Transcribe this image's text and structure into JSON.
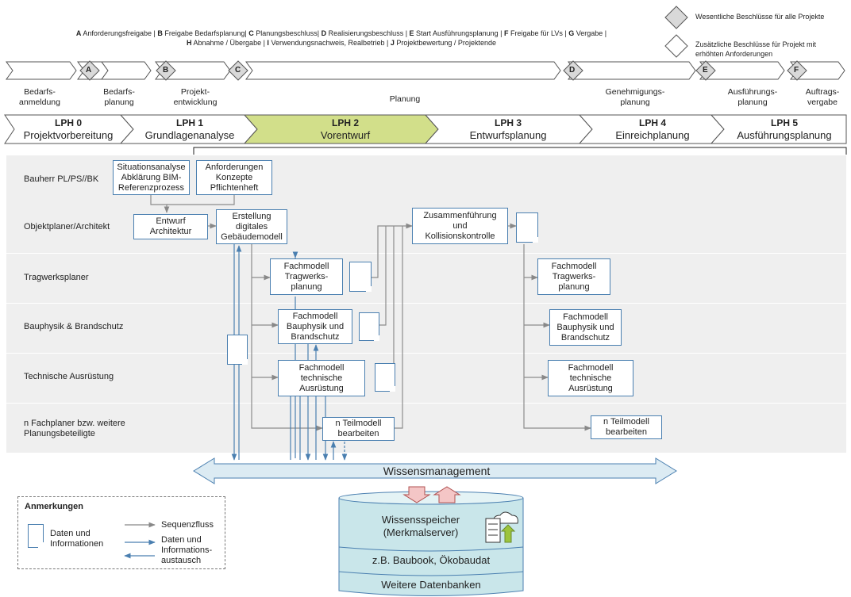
{
  "legend": {
    "line1_parts": [
      "A",
      " Anforderungsfreigabe | ",
      "B",
      " Freigabe Bedarfsplanung| ",
      "C",
      " Planungsbeschluss| ",
      "D",
      " Realisierungsbeschluss | ",
      "E",
      " Start Ausführungsplanung | ",
      "F",
      " Freigabe für LVs | ",
      "G",
      " Vergabe |"
    ],
    "line2_parts": [
      "H",
      " Abnahme / Übergabe | ",
      "I",
      " Verwendungsnachweis, Realbetrieb | ",
      "J",
      " Projektbewertung / Projektende"
    ],
    "major": "Wesentliche Beschlüsse für alle Projekte",
    "minor": "Zusätzliche Beschlüsse für Projekt mit erhöhten Anforderungen"
  },
  "milestones": [
    "A",
    "B",
    "C",
    "D",
    "E",
    "F"
  ],
  "phases": [
    {
      "label": "Bedarfs-\nanmeldung"
    },
    {
      "label": "Bedarfs-\nplanung"
    },
    {
      "label": "Projekt-\nentwicklung"
    },
    {
      "label": "Planung"
    },
    {
      "label": "Genehmigungs-\nplanung"
    },
    {
      "label": "Ausführungs-\nplanung"
    },
    {
      "label": "Auftrags-\nvergabe"
    }
  ],
  "lph": [
    {
      "num": "LPH 0",
      "name": "Projektvorbereitung"
    },
    {
      "num": "LPH 1",
      "name": "Grundlagenanalyse"
    },
    {
      "num": "LPH 2",
      "name": "Vorentwurf"
    },
    {
      "num": "LPH 3",
      "name": "Entwurfsplanung"
    },
    {
      "num": "LPH 4",
      "name": "Einreichplanung"
    },
    {
      "num": "LPH 5",
      "name": "Ausführungsplanung"
    }
  ],
  "colors": {
    "lph_active": "#d2df8a",
    "lane": "#efefef",
    "box_border": "#4a7fb0",
    "db_fill": "#c9e6ea",
    "banner_fill": "#dcebf3"
  },
  "lanes": [
    "Bauherr PL/PS//BK",
    "Objektplaner/Architekt",
    "Tragwerksplaner",
    "Bauphysik & Brandschutz",
    "Technische Ausrüstung",
    "n Fachplaner bzw. weitere\nPlanungsbeteiligte"
  ],
  "boxes": {
    "situationsanalyse": "Situationsanalyse\nAbklärung BIM-\nReferenzprozess",
    "anforderungen": "Anforderungen\nKonzepte\nPflichtenheft",
    "entwurf": "Entwurf\nArchitektur",
    "gebaeudemodell": "Erstellung\ndigitales\nGebäudemodell",
    "zusammenfuehrung": "Zusammenführung\nund\nKollisionskontrolle",
    "fm_trag_1": "Fachmodell\nTragwerks-\nplanung",
    "fm_bph_1": "Fachmodell\nBauphysik und\nBrandschutz",
    "fm_tga_1": "Fachmodell\ntechnische\nAusrüstung",
    "teilmodell_1": "n Teilmodell\nbearbeiten",
    "fm_trag_2": "Fachmodell\nTragwerks-\nplanung",
    "fm_bph_2": "Fachmodell\nBauphysik und\nBrandschutz",
    "fm_tga_2": "Fachmodell\ntechnische\nAusrüstung",
    "teilmodell_2": "n Teilmodell\nbearbeiten"
  },
  "wissensmanagement": "Wissensmanagement",
  "notes": {
    "title": "Anmerkungen",
    "doc_label": "Daten und\nInformationen",
    "seq": "Sequenzfluss",
    "exchange": "Daten und\nInformations-\naustausch"
  },
  "database": {
    "main": "Wissensspeicher\n(Merkmalserver)",
    "layer2": "z.B. Baubook, Ökobaudat",
    "layer3": "Weitere Datenbanken"
  }
}
